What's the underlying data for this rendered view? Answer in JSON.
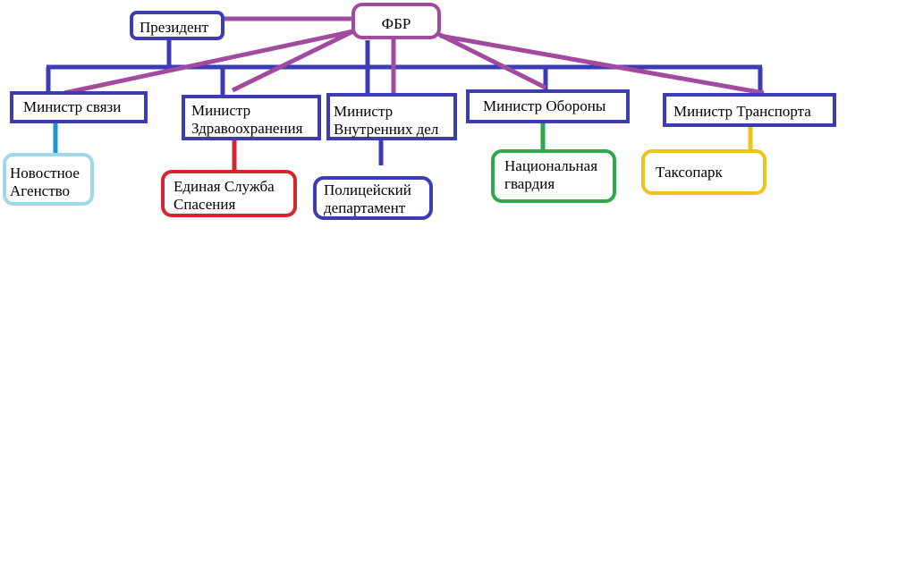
{
  "colors": {
    "blue": "#3c3cb4",
    "purple": "#a24aa0",
    "cyan": "#1a96d2",
    "light_cyan": "#9fd8e6",
    "red": "#d42630",
    "green": "#2ea84a",
    "yellow": "#f0c21c"
  },
  "nodes": {
    "fbr": "ФБР",
    "president": "Президент",
    "min_svyazi": "Министр связи",
    "min_zdrav": [
      "Министр",
      "Здравоохранения"
    ],
    "min_vnutr": [
      "Министр",
      "Внутренних дел"
    ],
    "min_oborony": "Министр Обороны",
    "min_transporta": "Министр Транспорта",
    "novostnoe": [
      "Новостное",
      "Агенство"
    ],
    "ess": [
      "Единая Служба",
      "Спасения"
    ],
    "police": [
      "Полицейский",
      "департамент"
    ],
    "gvardiya": [
      "Национальная",
      "гвардия"
    ],
    "taksopark": "Таксопарк"
  }
}
